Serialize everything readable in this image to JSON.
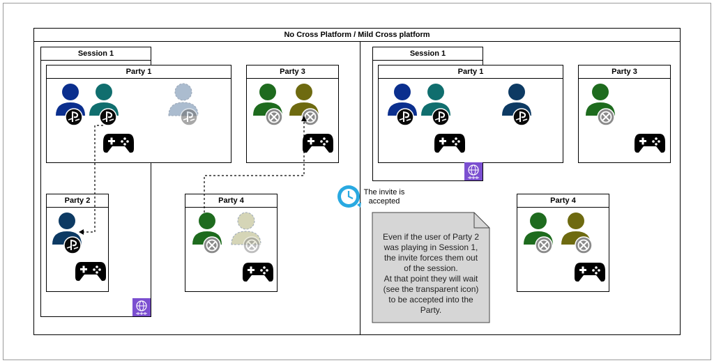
{
  "title": "No Cross Platform / Mild Cross platform",
  "labels": {
    "session_left": "Session 1",
    "session_right": "Session 1",
    "party1_left": "Party 1",
    "party2_left": "Party 2",
    "party3_left": "Party 3",
    "party4_left": "Party 4",
    "party1_right": "Party 1",
    "party3_right": "Party 3",
    "party4_right": "Party 4"
  },
  "caption": {
    "line1": "The invite is",
    "line2": "accepted"
  },
  "note": {
    "lines": [
      "Even if the user of Party 2",
      "was playing in Session 1,",
      "the invite forces them out",
      "of the session.",
      "At that point they will wait",
      "(see the transparent icon)",
      "to be accepted into the",
      "Party."
    ]
  },
  "colors": {
    "blue": "#0b2f8e",
    "teal": "#106e6e",
    "navy": "#0d3a63",
    "green": "#1e6b1e",
    "olive": "#6e6a10",
    "ghost_blue": "#8fa6c0",
    "ghost_olive": "#c8c8a0",
    "note_fill": "#d6d6d6",
    "purple": "#7b4fd0"
  },
  "icons": {
    "user": "user-icon",
    "playstation": "playstation-badge-icon",
    "xbox": "xbox-badge-icon",
    "controller": "gamepad-icon",
    "network": "network-globe-icon",
    "refresh": "refresh-clock-icon"
  }
}
